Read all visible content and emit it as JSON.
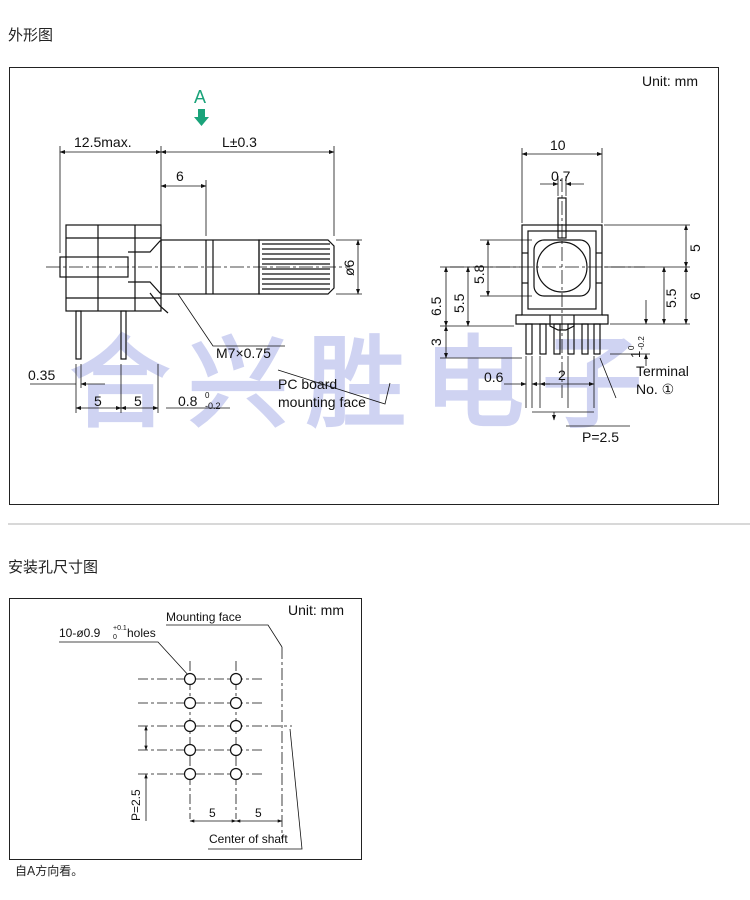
{
  "section_outline": {
    "heading": "外形图"
  },
  "section_mounting": {
    "heading": "安装孔尺寸图"
  },
  "outline": {
    "unit": "Unit: mm",
    "view_marker": "A",
    "dim_body_length": "12.5max.",
    "dim_shaft_length": "L±0.3",
    "dim_six": "6",
    "dim_shaft_dia": "ø6",
    "thread": "M7×0.75",
    "pc_board_line1": "PC board",
    "pc_board_line2": "mounting face",
    "dim_035": "0.35",
    "dim_pitch_a": "5",
    "dim_pitch_b": "5",
    "dim_08": "0.8",
    "dim_08_tol_upper": "0",
    "dim_08_tol_lower": "-0.2",
    "dim_width": "10",
    "dim_07": "0.7",
    "dim_65": "6.5",
    "dim_55_left": "5.5",
    "dim_58": "5.8",
    "dim_3": "3",
    "dim_5_right": "5",
    "dim_55_right": "5.5",
    "dim_6_right": "6",
    "dim_1": "1",
    "dim_1_tol_upper": "0",
    "dim_1_tol_lower": "-0.2",
    "dim_06": "0.6",
    "dim_2": "2",
    "terminal_line1": "Terminal",
    "terminal_line2": "No. ①",
    "pitch": "P=2.5",
    "watermark": "合兴胜电子"
  },
  "mounting": {
    "unit": "Unit: mm",
    "mounting_face": "Mounting face",
    "holes_prefix": "10-ø0.9",
    "holes_tol_upper": "+0.1",
    "holes_tol_lower": "0",
    "holes_suffix": "holes",
    "pitch_vertical": "P=2.5",
    "dim_a": "5",
    "dim_b": "5",
    "center_of_shaft": "Center of shaft"
  },
  "footnote": "自A方向看。",
  "colors": {
    "marker_green": "#1aa37a",
    "watermark": "#2a3cc8"
  }
}
